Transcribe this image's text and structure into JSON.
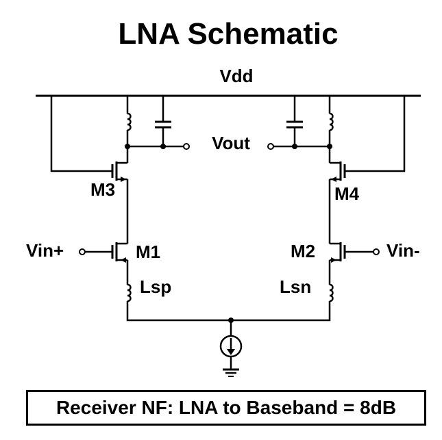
{
  "title": "LNA Schematic",
  "supply_label": "Vdd",
  "output_label": "Vout",
  "inputs": {
    "positive": "Vin+",
    "negative": "Vin-"
  },
  "transistors": {
    "m1": "M1",
    "m2": "M2",
    "m3": "M3",
    "m4": "M4"
  },
  "inductors": {
    "source_positive": "Lsp",
    "source_negative": "Lsn"
  },
  "caption": "Receiver NF: LNA to Baseband = 8dB"
}
